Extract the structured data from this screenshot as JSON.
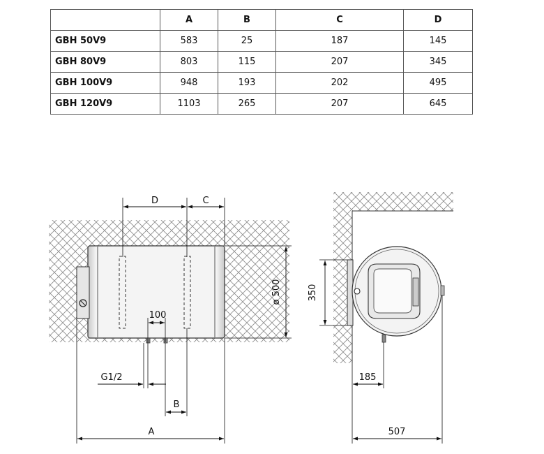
{
  "table": {
    "headers": [
      "",
      "A",
      "B",
      "C",
      "D"
    ],
    "rows": [
      {
        "model": "GBH 50V9",
        "A": "583",
        "B": "25",
        "C": "187",
        "D": "145"
      },
      {
        "model": "GBH 80V9",
        "A": "803",
        "B": "115",
        "C": "207",
        "D": "345"
      },
      {
        "model": "GBH 100V9",
        "A": "948",
        "B": "193",
        "C": "202",
        "D": "495"
      },
      {
        "model": "GBH 120V9",
        "A": "1103",
        "B": "265",
        "C": "207",
        "D": "645"
      }
    ]
  },
  "drawing": {
    "front": {
      "label_D": "D",
      "label_C": "C",
      "label_diameter": "ø 500",
      "label_pipe_spacing": "100",
      "label_thread": "G1/2",
      "label_B": "B",
      "label_A": "A"
    },
    "side": {
      "label_bracket": "350",
      "label_offset": "185",
      "label_depth": "507"
    }
  }
}
